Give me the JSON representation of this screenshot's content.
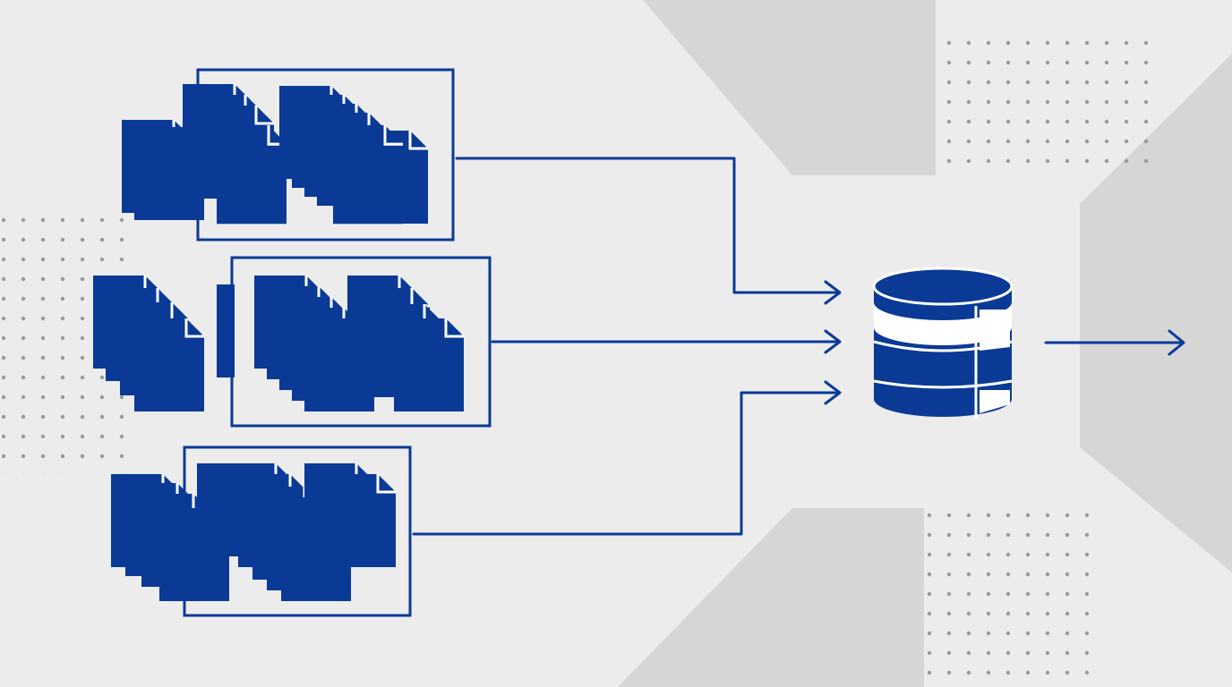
{
  "colors": {
    "background": "#ececec",
    "panel": "#d6d6d6",
    "dots": "#9a9a9a",
    "accent": "#0a3a96"
  },
  "diagram": {
    "icons": [
      {
        "name": "document-stack-icon",
        "group": 1
      },
      {
        "name": "document-stack-icon",
        "group": 2
      },
      {
        "name": "document-stack-icon",
        "group": 3
      },
      {
        "name": "database-icon"
      },
      {
        "name": "arrow-right-icon"
      }
    ],
    "groups": [
      {
        "id": "group-1",
        "label": ""
      },
      {
        "id": "group-2",
        "label": ""
      },
      {
        "id": "group-3",
        "label": ""
      }
    ],
    "database": {
      "label": ""
    },
    "output": {
      "label": ""
    }
  }
}
